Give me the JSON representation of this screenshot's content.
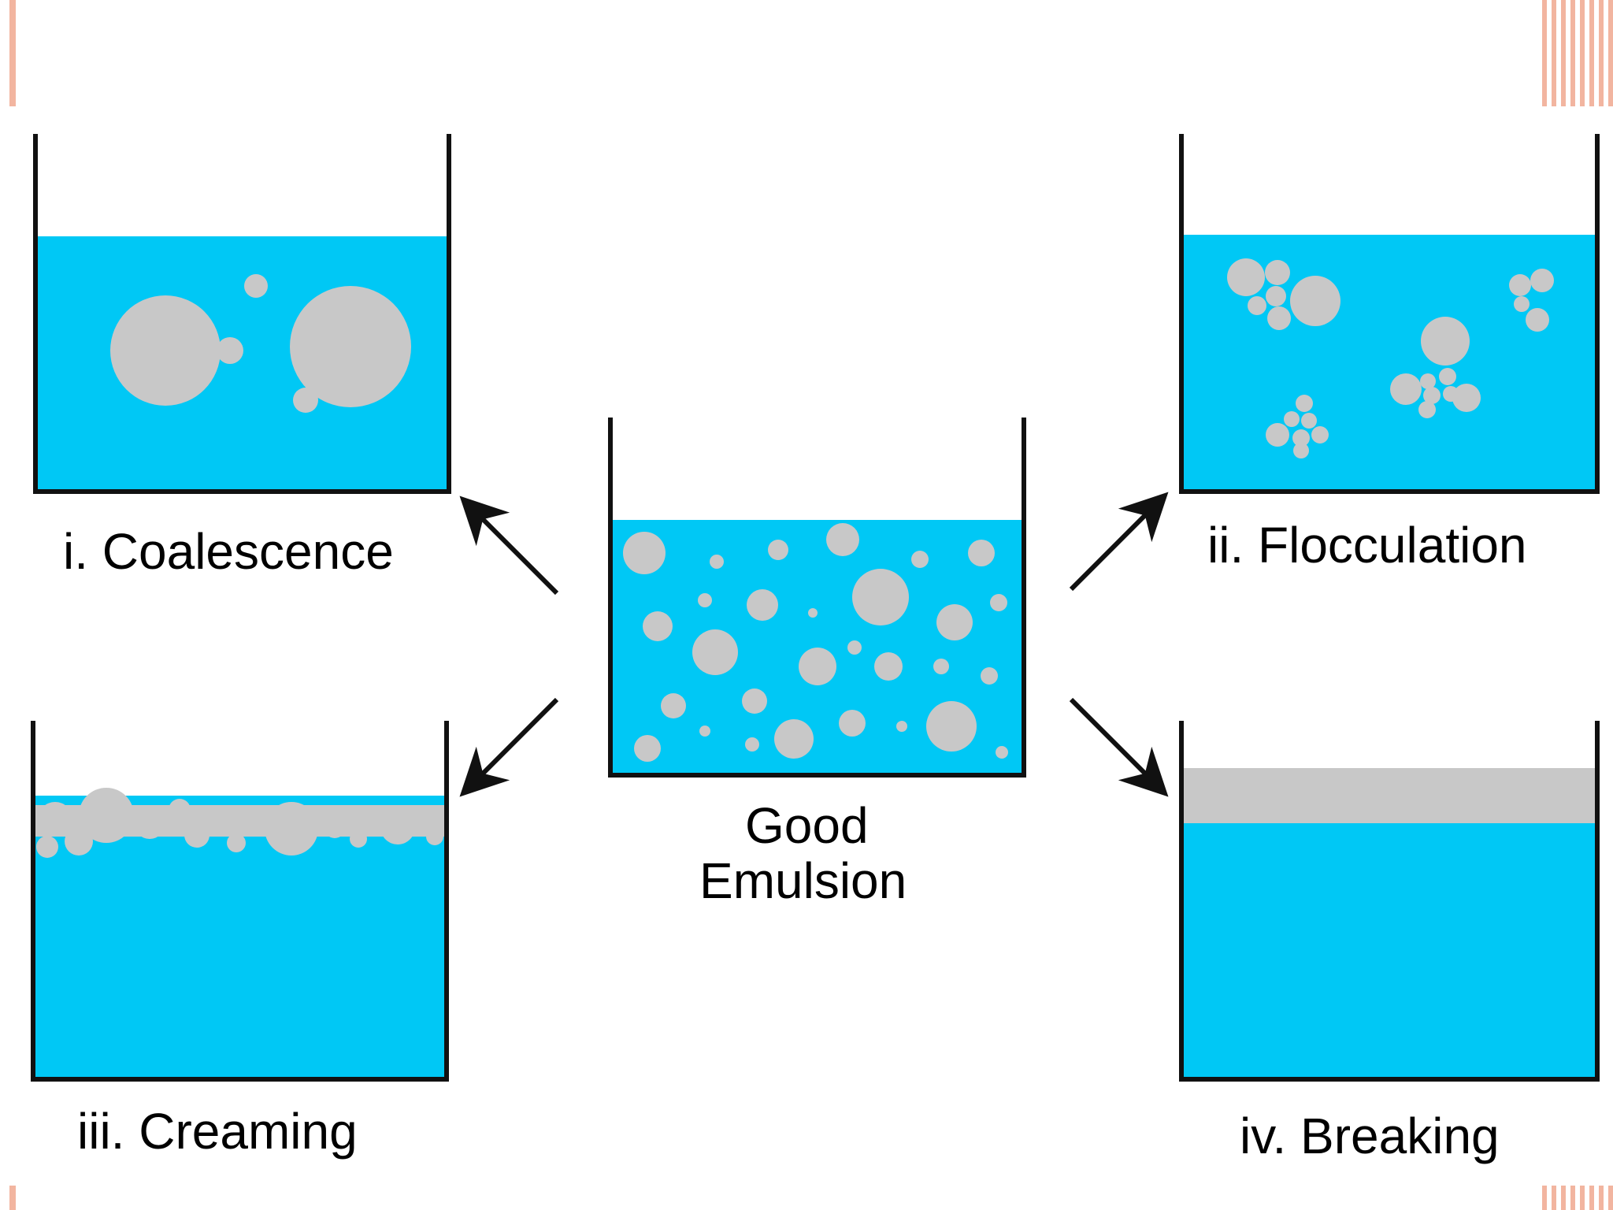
{
  "colors": {
    "water": "#00c8f5",
    "droplet": "#c8c8c8",
    "outline": "#111111",
    "accent": "#f2b5a0"
  },
  "center": {
    "label_line1": "Good",
    "label_line2": "Emulsion"
  },
  "panels": {
    "coalescence": {
      "label": "i. Coalescence"
    },
    "flocculation": {
      "label": "ii. Flocculation"
    },
    "creaming": {
      "label": "iii. Creaming"
    },
    "breaking": {
      "label": "iv. Breaking"
    }
  }
}
